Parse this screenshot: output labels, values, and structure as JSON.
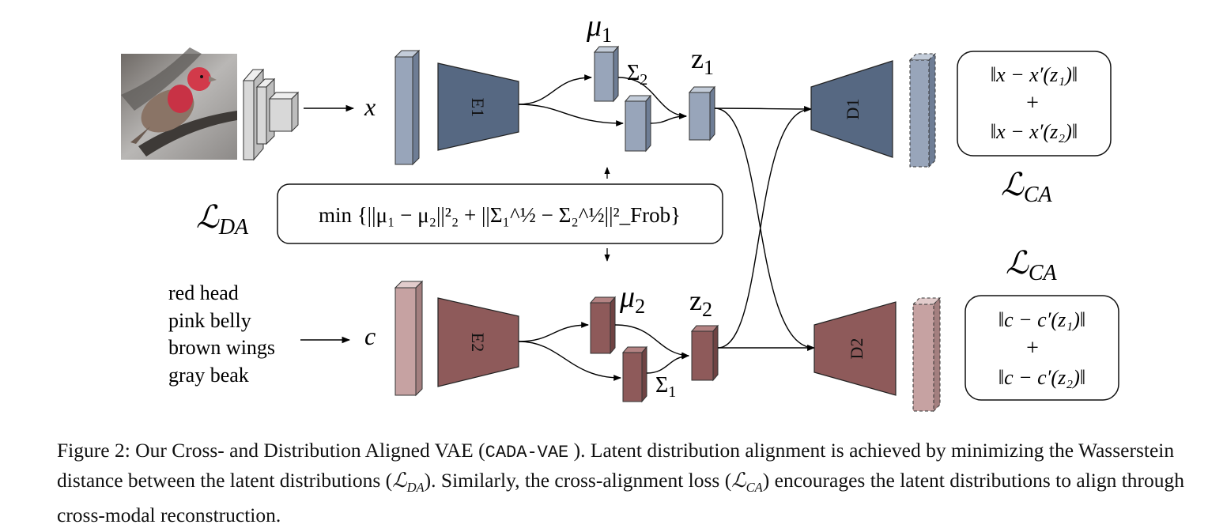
{
  "colors": {
    "encoder_image": "#566882",
    "encoder_text": "#8e5a5a",
    "latent_image": "#98a5ba",
    "latent_text": "#8e5a5a",
    "input_image": "#98a5ba",
    "input_text": "#c6a2a2",
    "recon_image": "#98a5ba",
    "recon_text": "#c6a2a2",
    "cnn": "#d8d8d8"
  },
  "diagram": {
    "x_label": "x",
    "c_label": "c",
    "e1_label": "E1",
    "e2_label": "E2",
    "d1_label": "D1",
    "d2_label": "D2",
    "mu1_label": "μ",
    "mu1_sub": "1",
    "mu2_label": "μ",
    "mu2_sub": "2",
    "sigma2_label": "Σ",
    "sigma2_sub": "2",
    "sigma1_label": "Σ",
    "sigma1_sub": "1",
    "z1_label": "z",
    "z1_sub": "1",
    "z2_label": "z",
    "z2_sub": "2",
    "attributes": [
      "red head",
      "pink belly",
      "brown wings",
      "gray beak"
    ],
    "lda_label": "DA",
    "lca_label": "CA",
    "lca_label_2": "CA",
    "da_box_text": "min {||μ₁ − μ₂||²₂ + ||Σ₁^½ − Σ₂^½||²_Frob}",
    "ca_box_top": [
      "‖x − x′(z₁)‖",
      "+",
      "‖x − x′(z₂)‖"
    ],
    "ca_box_bottom": [
      "‖c − c′(z₁)‖",
      "+",
      "‖c − c′(z₂)‖"
    ]
  },
  "caption": {
    "prefix": "Figure 2: Our Cross- and Distribution Aligned VAE (",
    "method": "CADA-VAE",
    "mid1": " ). Latent distribution alignment is achieved by minimizing the Wasserstein distance between the latent distributions (",
    "lda_sub": "DA",
    "mid2": "). Similarly, the cross-alignment loss (",
    "lca_sub": "CA",
    "suffix": ") encourages the latent distributions to align through cross-modal reconstruction."
  }
}
